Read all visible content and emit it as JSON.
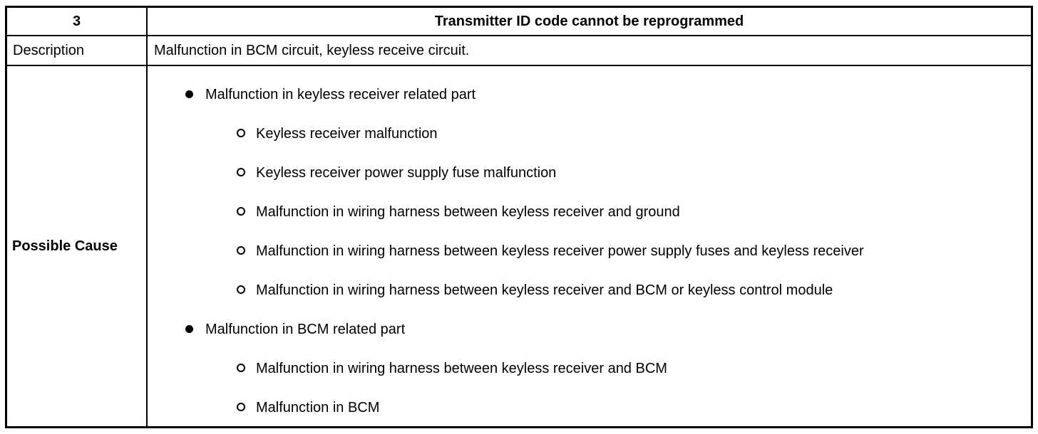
{
  "table": {
    "header": {
      "number": "3",
      "title": "Transmitter ID code cannot be reprogrammed"
    },
    "description": {
      "label": "Description",
      "value": "Malfunction in BCM circuit, keyless receive circuit."
    },
    "possible_cause": {
      "label": "Possible Cause",
      "groups": [
        {
          "title": "Malfunction in keyless receiver related part",
          "items": [
            "Keyless receiver malfunction",
            "Keyless receiver power supply fuse malfunction",
            "Malfunction in wiring harness between keyless receiver and ground",
            "Malfunction in wiring harness between keyless receiver power supply fuses and keyless receiver",
            "Malfunction in wiring harness between keyless receiver and BCM or keyless control module"
          ]
        },
        {
          "title": "Malfunction in BCM related part",
          "items": [
            "Malfunction in wiring harness between keyless receiver and BCM",
            "Malfunction in BCM"
          ]
        }
      ]
    }
  }
}
